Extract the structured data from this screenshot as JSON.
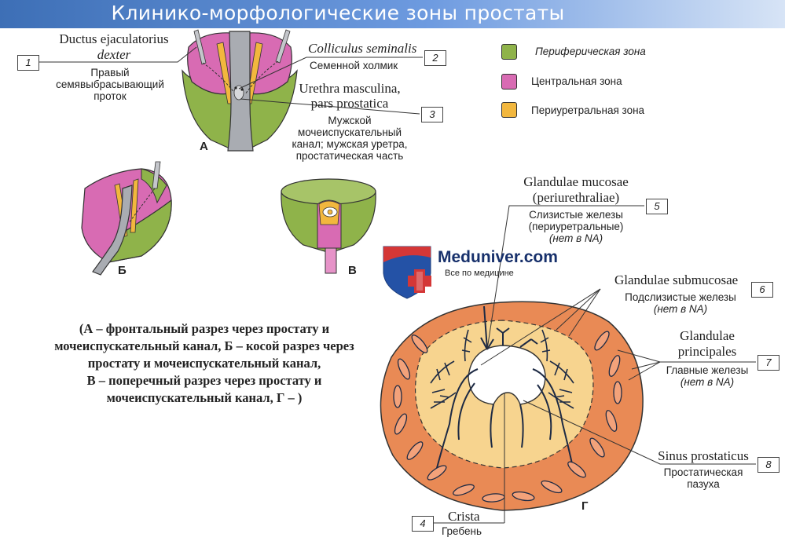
{
  "title": "Клинико-морфологические зоны простаты",
  "legend": [
    {
      "label": "Периферическая зона",
      "color": "#8fb34a"
    },
    {
      "label": "Центральная зона",
      "color": "#d86bb3"
    },
    {
      "label": "Периуретральная зона",
      "color": "#f2b73e"
    }
  ],
  "labels": {
    "l1": {
      "num": "1",
      "latin1": "Ductus ejaculatorius",
      "latin2": "dexter",
      "ru1": "Правый",
      "ru2": "семявыбрасывающий",
      "ru3": "проток"
    },
    "l2": {
      "num": "2",
      "latin": "Colliculus seminalis",
      "ru": "Семенной холмик"
    },
    "l3": {
      "num": "3",
      "latin1": "Urethra masculina,",
      "latin2": "pars prostatica",
      "ru1": "Мужской",
      "ru2": "мочеиспускательный",
      "ru3": "канал; мужская уретра,",
      "ru4": "простатическая часть"
    },
    "l4": {
      "num": "4",
      "latin": "Crista",
      "ru": "Гребень"
    },
    "l5": {
      "num": "5",
      "latin1": "Glandulae mucosae",
      "latin2": "(periurethraliae)",
      "ru1": "Слизистые железы",
      "ru2": "(периуретральные)",
      "ru3": "(нет в NA)"
    },
    "l6": {
      "num": "6",
      "latin": "Glandulae submucosae",
      "ru1": "Подслизистые железы",
      "ru2": "(нет в NA)"
    },
    "l7": {
      "num": "7",
      "latin1": "Glandulae",
      "latin2": "principales",
      "ru1": "Главные железы",
      "ru2": "(нет в NA)"
    },
    "l8": {
      "num": "8",
      "latin": "Sinus prostaticus",
      "ru1": "Простатическая",
      "ru2": "пазуха"
    }
  },
  "figure_letters": {
    "a": "А",
    "b": "Б",
    "v": "В",
    "g": "Г"
  },
  "caption": {
    "line1": "(А – фронтальный разрез через простату и",
    "line2": "мочеиспускательный канал, Б – косой разрез через",
    "line3": "простату и мочеиспускательный канал,",
    "line4": "В – поперечный разрез через простату и",
    "line5": "мочеиспускательный канал, Г – )"
  },
  "watermark": {
    "name": "Meduniver.com",
    "subtitle": "Все по медицине"
  },
  "colors": {
    "peripheral": "#8fb34a",
    "central": "#d86bb3",
    "periurethral": "#f2b73e",
    "gland_orange": "#e98a55",
    "gland_inner": "#f7d48f",
    "urethra_gray": "#a9acb2"
  }
}
